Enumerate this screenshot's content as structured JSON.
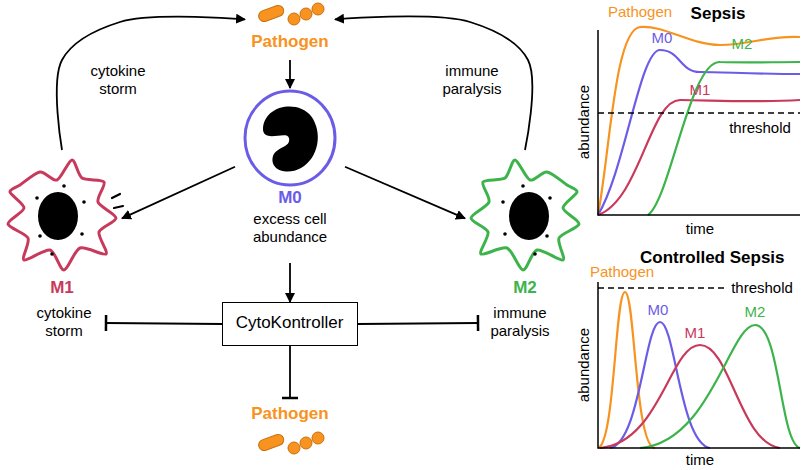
{
  "diagram": {
    "nodes": [
      {
        "text": [
          "Pathogen"
        ]
      },
      {
        "text": [
          "M0",
          "excess cell abundance"
        ]
      },
      {
        "text": [
          "M1"
        ]
      },
      {
        "text": [
          "M2"
        ]
      },
      {
        "text": [
          "cytokine storm"
        ]
      },
      {
        "text": [
          "CytoKontroller"
        ]
      },
      {
        "text": [
          "immune paralysis"
        ]
      },
      {
        "text": [
          "Pathogen"
        ]
      }
    ],
    "edges": [
      {
        "from": 0,
        "to": 1,
        "arrow": "to"
      },
      {
        "from": 1,
        "to": 2,
        "arrow": "to"
      },
      {
        "from": 1,
        "to": 3,
        "arrow": "to"
      },
      {
        "from": 2,
        "to": 0,
        "arrow": "to",
        "label": "cytokine storm"
      },
      {
        "from": 3,
        "to": 0,
        "arrow": "to",
        "label": "immune paralysis"
      },
      {
        "from": 1,
        "to": 5,
        "arrow": "to"
      },
      {
        "from": 5,
        "to": 4,
        "arrow": "to"
      },
      {
        "from": 5,
        "to": 6,
        "arrow": "to"
      },
      {
        "from": 5,
        "to": 7,
        "arrow": "to"
      }
    ],
    "labels": [
      "Sepsis",
      "Pathogen",
      "M0",
      "M1",
      "M2",
      "threshold",
      "abundance",
      "time",
      "Controlled Sepsis",
      "Pathogen",
      "M0",
      "M1",
      "M2",
      "threshold",
      "abundance",
      "time"
    ]
  }
}
